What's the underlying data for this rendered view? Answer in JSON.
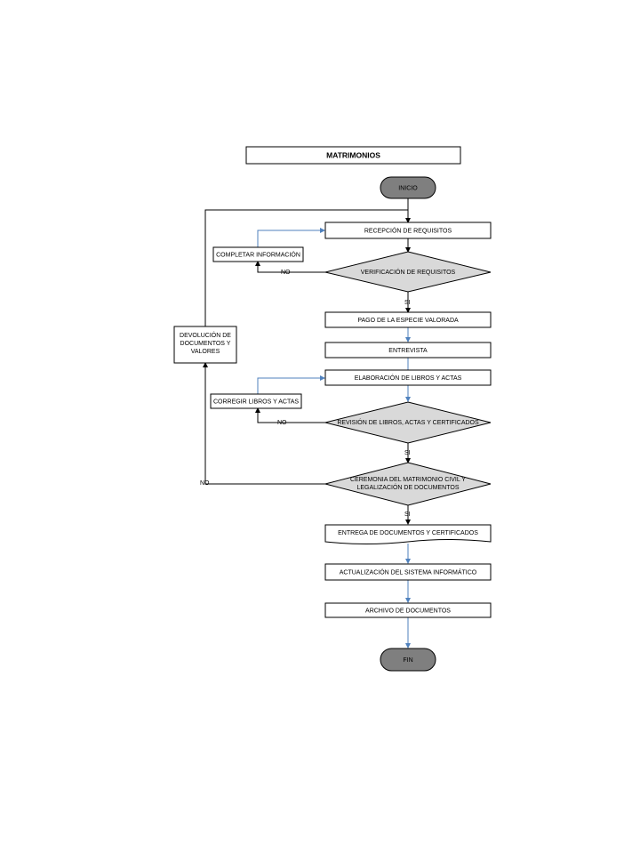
{
  "title": "MATRIMONIOS",
  "nodes": {
    "start": "INICIO",
    "reception": "RECEPCIÓN DE REQUISITOS",
    "verification": "VERIFICACIÓN DE REQUISITOS",
    "complete_info": "COMPLETAR INFORMACIÓN",
    "payment": "PAGO DE LA ESPECIE VALORADA",
    "interview": "ENTREVISTA",
    "books": "ELABORACIÓN DE LIBROS Y ACTAS",
    "review": "REVISIÓN DE LIBROS, ACTAS Y CERTIFICADOS",
    "correct_books": "CORREGIR LIBROS Y ACTAS",
    "ceremony_line1": "CEREMONIA DEL MATRIMONIO CIVIL Y",
    "ceremony_line2": "LEGALIZACIÓN DE DOCUMENTOS",
    "return_line1": "DEVOLUCIÓN DE",
    "return_line2": "DOCUMENTOS Y",
    "return_line3": "VALORES",
    "delivery": "ENTREGA DE DOCUMENTOS Y CERTIFICADOS",
    "update": "ACTUALIZACIÓN DEL SISTEMA INFORMÁTICO",
    "archive": "ARCHIVO DE DOCUMENTOS",
    "end": "FIN"
  },
  "edge_labels": {
    "verification_no": "NO",
    "verification_yes": "SI",
    "review_no": "NO",
    "review_yes": "SI",
    "ceremony_no": "NO",
    "ceremony_yes": "SI"
  },
  "colors": {
    "terminal_fill": "#7f7f7f",
    "decision_fill": "#d9d9d9",
    "process_fill": "#ffffff",
    "stroke": "#000000",
    "blue_arrow": "#4f81bd"
  }
}
